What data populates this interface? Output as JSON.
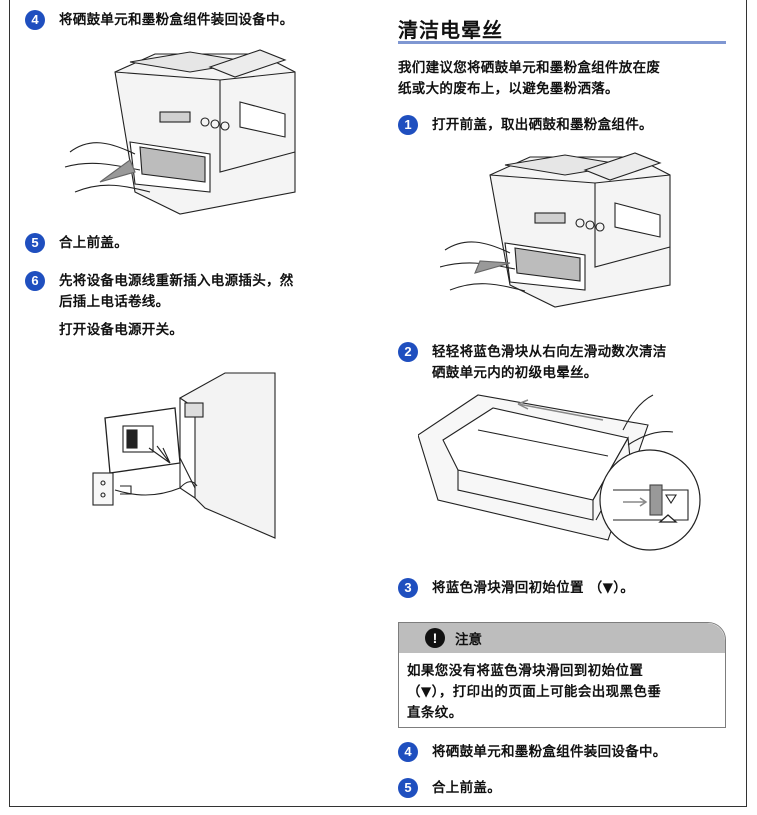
{
  "left_column": {
    "step4": {
      "num": "4",
      "text": "将硒鼓单元和墨粉盒组件装回设备中。"
    },
    "step5": {
      "num": "5",
      "text": "合上前盖。"
    },
    "step6": {
      "num": "6",
      "line1": "先将设备电源线重新插入电源插头，然",
      "line2": "后插上电话卷线。"
    },
    "power_on": "打开设备电源开关。"
  },
  "right_column": {
    "title": "清洁电晕丝",
    "intro_line1": "我们建议您将硒鼓单元和墨粉盒组件放在废",
    "intro_line2": "纸或大的废布上，以避免墨粉洒落。",
    "step1": {
      "num": "1",
      "text": "打开前盖，取出硒鼓和墨粉盒组件。"
    },
    "step2": {
      "num": "2",
      "line1": "轻轻将蓝色滑块从右向左滑动数次清洁",
      "line2": "硒鼓单元内的初级电晕丝。"
    },
    "step3": {
      "num": "3",
      "text": "将蓝色滑块滑回初始位置 （▼）。"
    },
    "note": {
      "icon": "!",
      "title": "注意",
      "line1": "如果您没有将蓝色滑块滑回到初始位置",
      "line2": "（▼），打印出的页面上可能会出现黑色垂",
      "line3": "直条纹。"
    },
    "step4": {
      "num": "4",
      "text": "将硒鼓单元和墨粉盒组件装回设备中。"
    },
    "step5": {
      "num": "5",
      "text": "合上前盖。"
    }
  },
  "colors": {
    "step_badge": "#1f4fbf",
    "title_rule": "#7f97d2",
    "note_header": "#bdbdbd"
  }
}
